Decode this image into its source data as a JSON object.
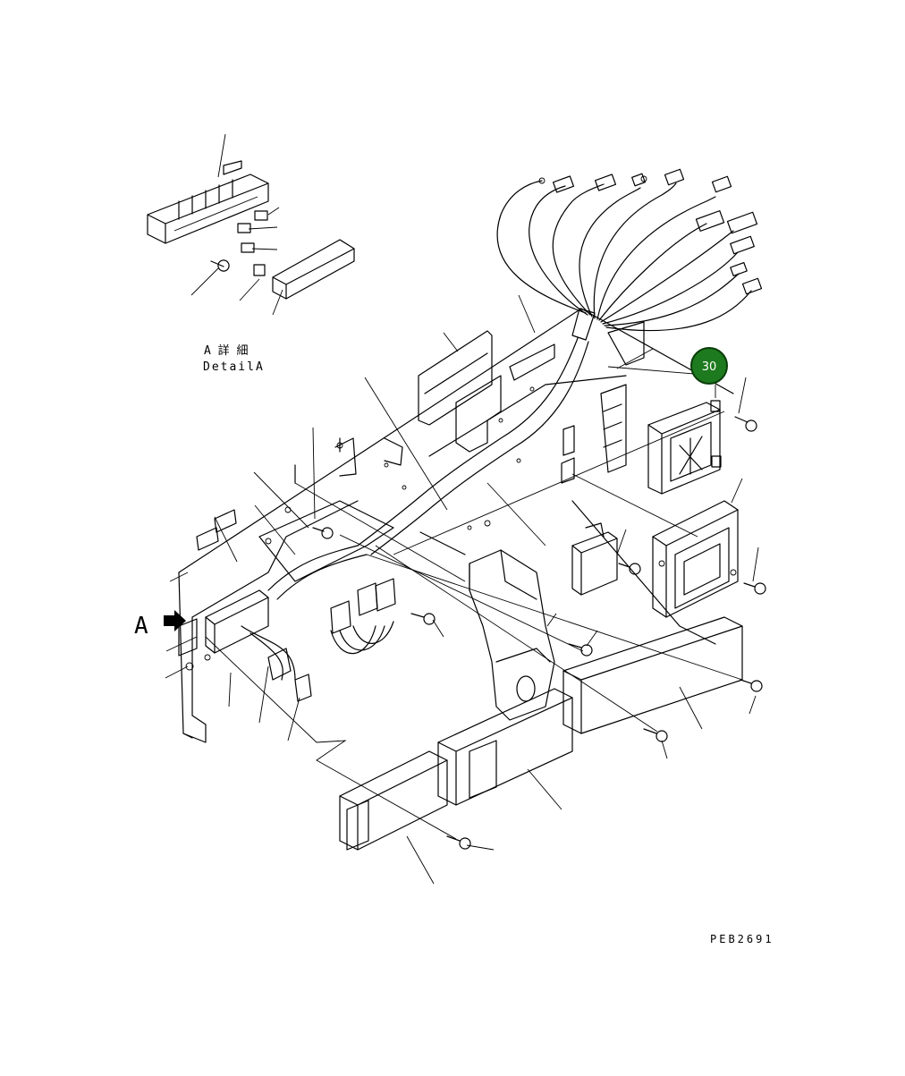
{
  "detail": {
    "title_jp": "A 詳 細",
    "title_en": "DetailA"
  },
  "view_marker": {
    "letter": "A"
  },
  "callout": {
    "number": "30",
    "color": "#1e7a1e",
    "ring_color": "#0a3d0a"
  },
  "drawing_code": "PEB2691"
}
